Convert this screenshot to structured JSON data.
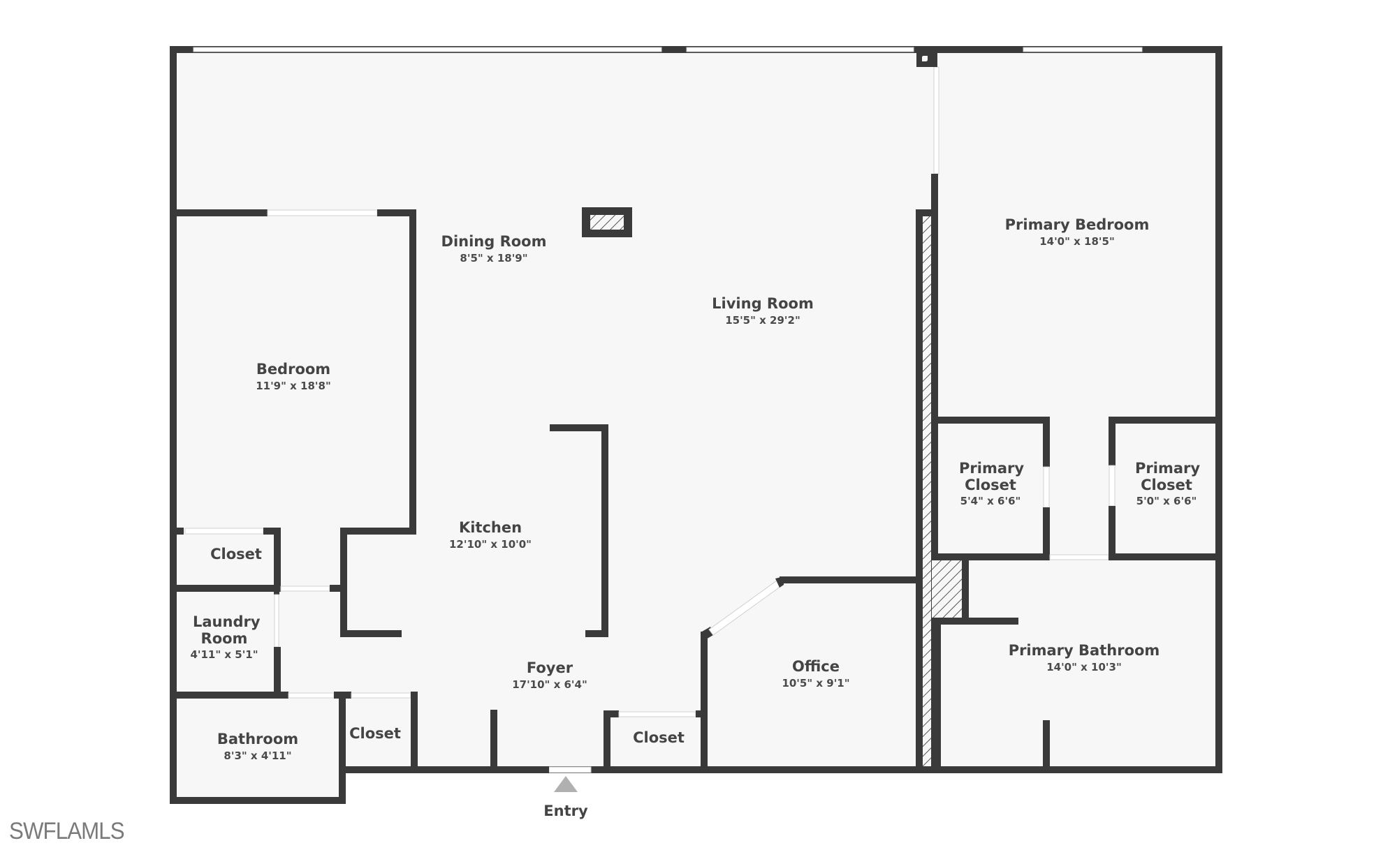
{
  "plan": {
    "colors": {
      "wall": "#3a3a3a",
      "floor": "#f7f7f7",
      "entry_arrow": "#b0b0b0",
      "watermark": "#7a7a7a"
    },
    "rooms": [
      {
        "id": "dining-room",
        "name": "Dining Room",
        "dims": "8'5\" x 18'9\""
      },
      {
        "id": "living-room",
        "name": "Living Room",
        "dims": "15'5\" x 29'2\""
      },
      {
        "id": "bedroom",
        "name": "Bedroom",
        "dims": "11'9\" x 18'8\""
      },
      {
        "id": "kitchen",
        "name": "Kitchen",
        "dims": "12'10\" x 10'0\""
      },
      {
        "id": "closet-bedroom",
        "name": "Closet",
        "dims": ""
      },
      {
        "id": "laundry-room",
        "name": "Laundry Room",
        "dims": "4'11\" x 5'1\""
      },
      {
        "id": "bathroom",
        "name": "Bathroom",
        "dims": "8'3\" x 4'11\""
      },
      {
        "id": "closet-hall",
        "name": "Closet",
        "dims": ""
      },
      {
        "id": "foyer",
        "name": "Foyer",
        "dims": "17'10\" x 6'4\""
      },
      {
        "id": "closet-foyer",
        "name": "Closet",
        "dims": ""
      },
      {
        "id": "office",
        "name": "Office",
        "dims": "10'5\" x 9'1\""
      },
      {
        "id": "primary-bedroom",
        "name": "Primary Bedroom",
        "dims": "14'0\" x 18'5\""
      },
      {
        "id": "primary-closet-left",
        "name": "Primary Closet",
        "dims": "5'4\" x 6'6\""
      },
      {
        "id": "primary-closet-right",
        "name": "Primary Closet",
        "dims": "5'0\" x 6'6\""
      },
      {
        "id": "primary-bathroom",
        "name": "Primary Bathroom",
        "dims": "14'0\" x 10'3\""
      }
    ],
    "entry_label": "Entry",
    "watermark": "SWFLAMLS"
  }
}
